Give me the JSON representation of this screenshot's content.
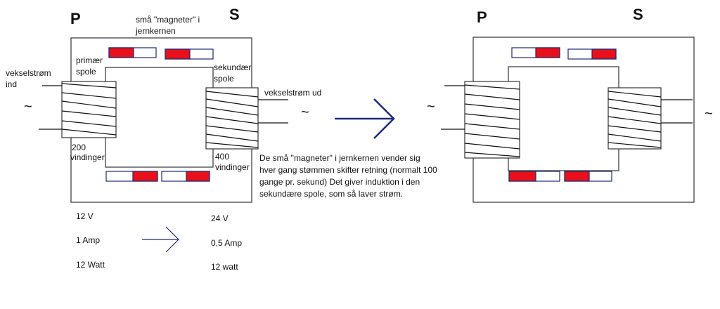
{
  "left": {
    "p_label": "P",
    "s_label": "S",
    "magnets_label_1": "små \"magneter\" i",
    "magnets_label_2": "jernkernen",
    "primary_1": "primær",
    "primary_2": "spole",
    "secondary_1": "sekundær",
    "secondary_2": "spole",
    "ac_in_1": "vekselstrøm",
    "ac_in_2": "ind",
    "ac_out": "vekselstrøm ud",
    "tilde": "~",
    "turns_primary_1": "200",
    "turns_primary_2": "vindinger",
    "turns_secondary_1": "400",
    "turns_secondary_2": "vindinger"
  },
  "explanation": [
    "De små \"magneter\" i jernkernen vender sig",
    "hver gang stømmen skifter retning (normalt 100",
    "gange pr. sekund) Det giver induktion i den",
    "sekundære spole, som så laver strøm."
  ],
  "primary_values": [
    "12 V",
    "1 Amp",
    "12 Watt"
  ],
  "secondary_values": [
    "24 V",
    "0,5 Amp",
    "12 watt"
  ],
  "right": {
    "p_label": "P",
    "s_label": "S",
    "tilde": "~"
  },
  "colors": {
    "magnet_red": "#e8101a",
    "arrow_blue": "#1a2a7a"
  }
}
